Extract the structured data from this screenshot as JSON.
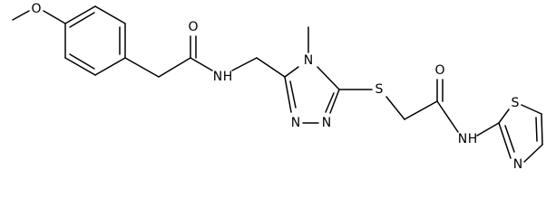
{
  "labels": {
    "methoxy_o": "O",
    "amide1_o": "O",
    "amide1_n": "N",
    "amide1_h": "H",
    "triazole_n_methyl": "N",
    "triazole_n_bottom_right": "N",
    "triazole_n_bottom_left": "N",
    "thioether_s": "S",
    "amide2_o": "O",
    "amide2_n": "N",
    "amide2_h": "H",
    "thiazole_s": "S",
    "thiazole_n": "N"
  }
}
